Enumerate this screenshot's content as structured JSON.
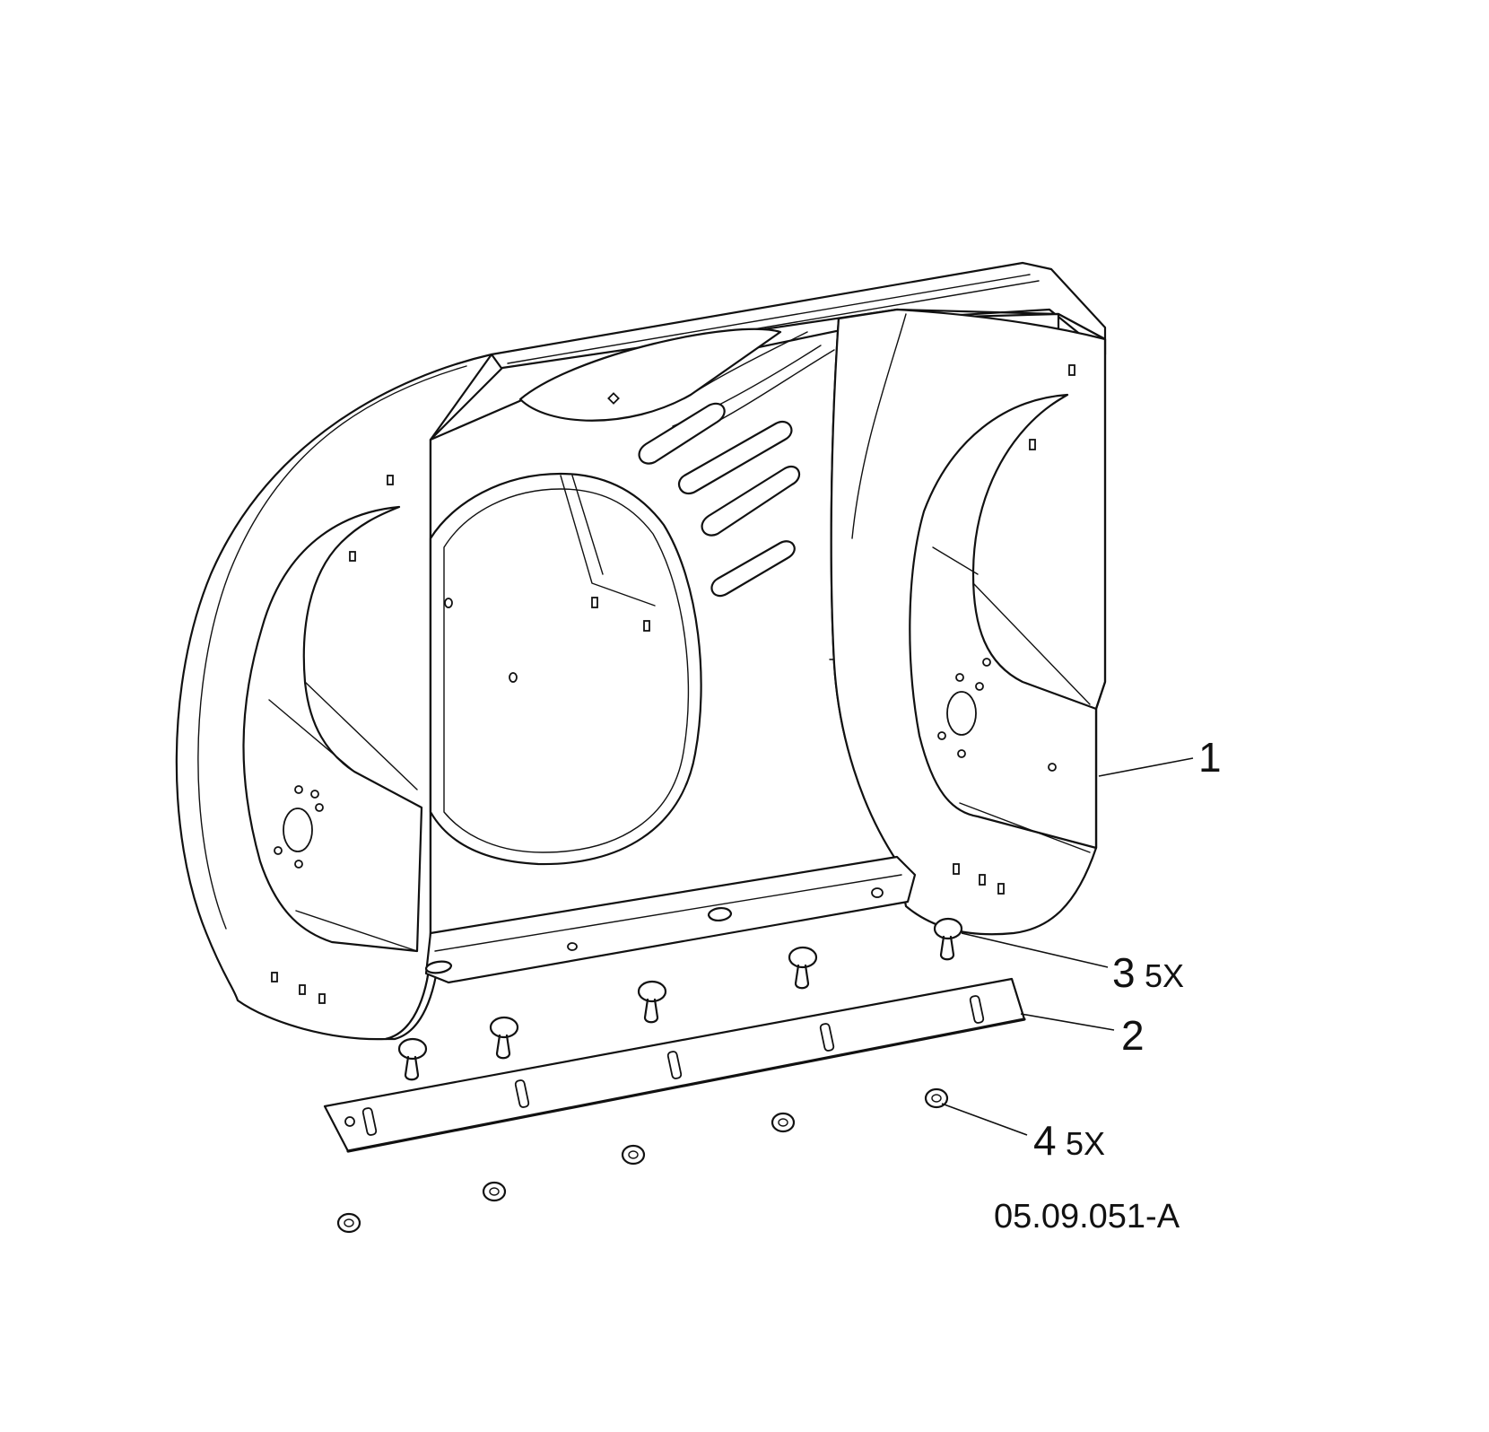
{
  "callouts": [
    {
      "number": "1",
      "qty": ""
    },
    {
      "number": "2",
      "qty": ""
    },
    {
      "number": "3",
      "qty": "5X"
    },
    {
      "number": "4",
      "qty": "5X"
    }
  ],
  "drawing_id": "05.09.051-A"
}
